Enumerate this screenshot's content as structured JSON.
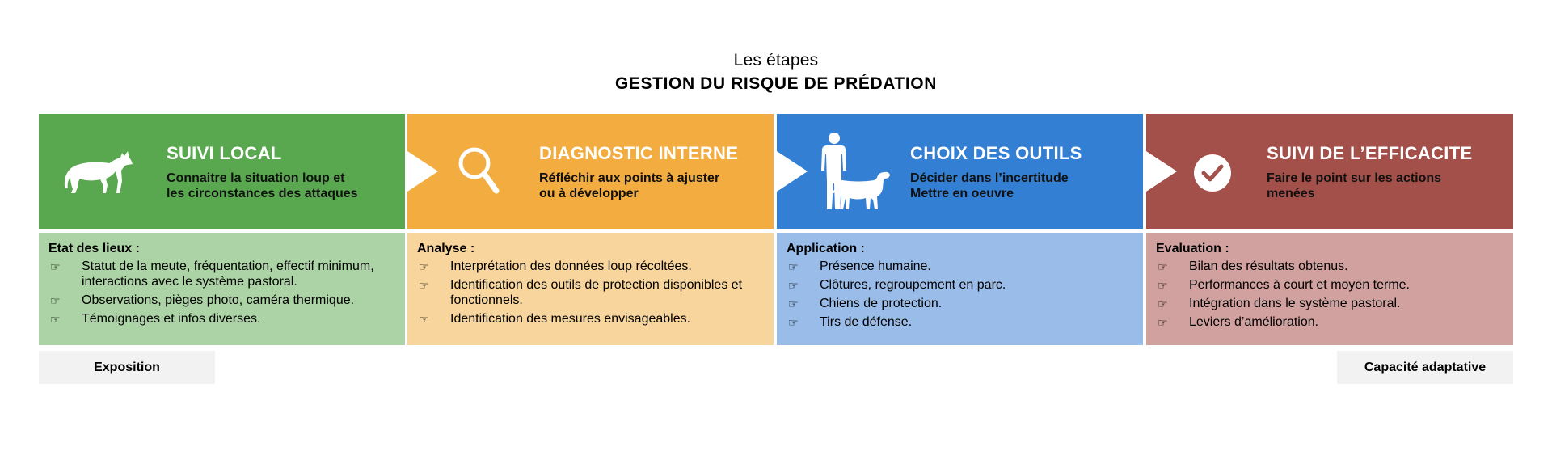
{
  "header": {
    "subtitle": "Les étapes",
    "title": "GESTION DU RISQUE DE PRÉDATION"
  },
  "colors": {
    "green": "#59a84f",
    "green_light": "#acd3a5",
    "orange": "#f2ac3f",
    "orange_light": "#f8d59d",
    "blue": "#337fd4",
    "blue_light": "#99bce8",
    "red": "#a34f4a",
    "red_light": "#d0a19f"
  },
  "stages": [
    {
      "icon": "wolf-icon",
      "title": "SUIVI LOCAL",
      "subtitle": [
        "Connaitre la situation loup et",
        "les circonstances des attaques"
      ],
      "body_title": "Etat des lieux :",
      "items": [
        "Statut de la meute, fréquentation, effectif minimum, interactions avec le système pastoral.",
        "Observations, pièges photo, caméra thermique.",
        "Témoignages et infos diverses."
      ]
    },
    {
      "icon": "magnifier-icon",
      "title": "DIAGNOSTIC INTERNE",
      "subtitle": [
        "Réfléchir aux points à ajuster",
        "ou à développer"
      ],
      "body_title": "Analyse :",
      "items": [
        "Interprétation des données loup récoltées.",
        "Identification des outils de protection disponibles et fonctionnels.",
        "Identification des mesures envisageables."
      ]
    },
    {
      "icon": "shepherd-dog-icon",
      "title": "CHOIX DES OUTILS",
      "subtitle": [
        "Décider dans l’incertitude",
        "Mettre en oeuvre"
      ],
      "body_title": "Application :",
      "items": [
        "Présence humaine.",
        "Clôtures, regroupement en parc.",
        "Chiens de protection.",
        "Tirs de défense."
      ]
    },
    {
      "icon": "check-circle-icon",
      "title": "SUIVI DE L’EFFICACITE",
      "subtitle": [
        "Faire le point sur les actions",
        "menées"
      ],
      "body_title": "Evaluation :",
      "items": [
        "Bilan des résultats obtenus.",
        "Performances à court et moyen terme.",
        "Intégration dans le système pastoral.",
        "Leviers d’amélioration."
      ]
    }
  ],
  "bullet_icon": "☞",
  "footer": {
    "left": "Exposition",
    "right": "Capacité adaptative"
  }
}
